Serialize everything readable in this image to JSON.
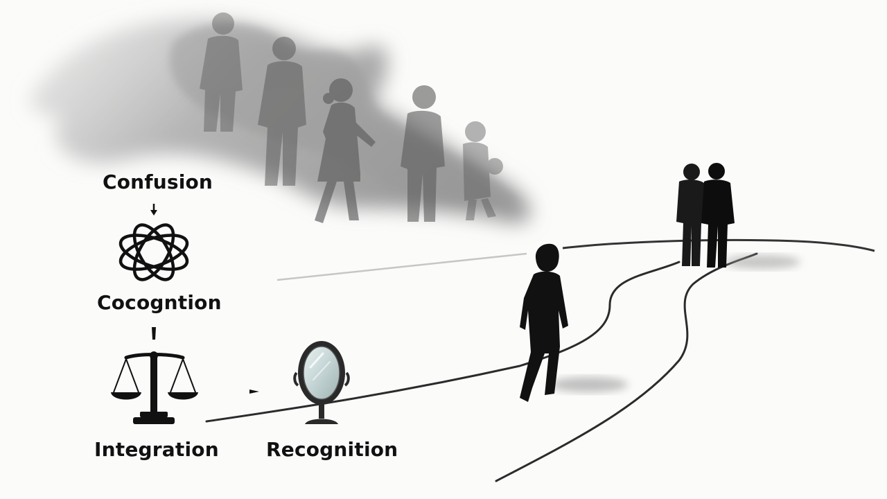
{
  "stages": {
    "confusion": "Confusion",
    "cocognition": "Cocogntion",
    "integration": "Integration",
    "recognition": "Recognition"
  },
  "icons": {
    "confusion_to_cocognition": "arrow-down-icon",
    "cocognition": "tangled-knot-icon",
    "cocognition_to_integration": "arrow-down-icon",
    "integration": "balance-scale-icon",
    "integration_to_recognition": "arrow-right-icon",
    "recognition": "mirror-icon"
  },
  "colors": {
    "ink": "#111111",
    "path": "#333333",
    "mist": "#b9b9b9",
    "ghost": "#6d6d6d",
    "background": "#fbfbfa"
  }
}
